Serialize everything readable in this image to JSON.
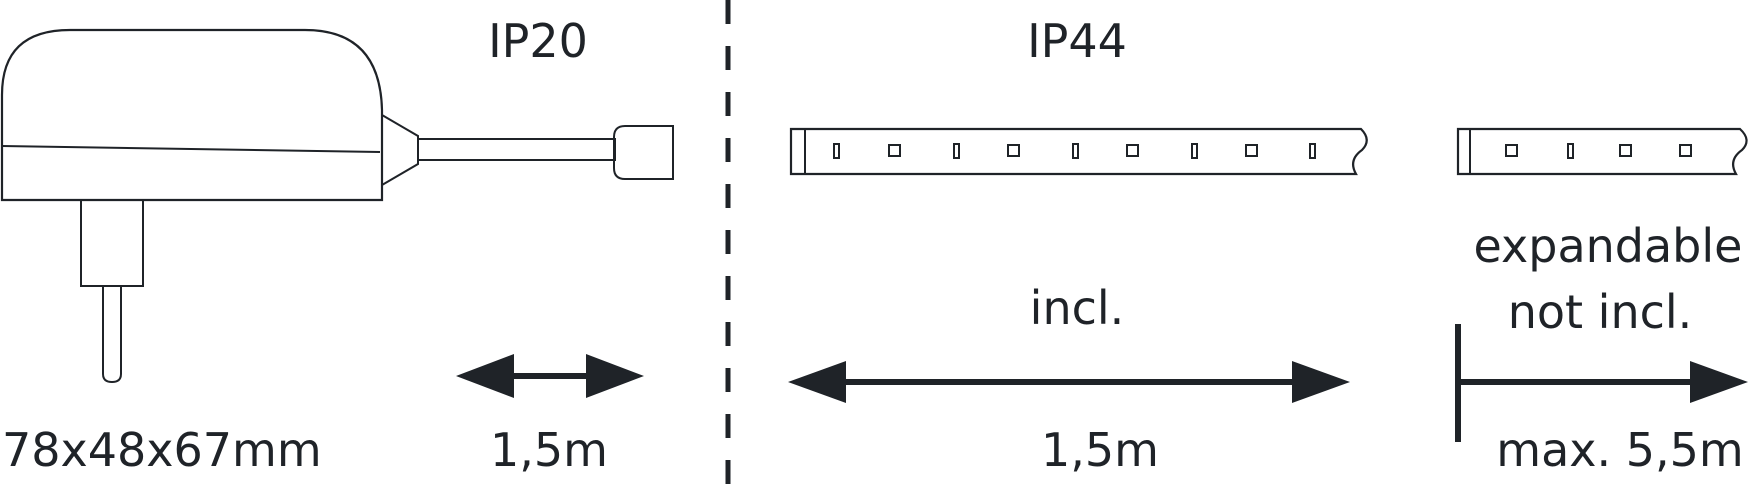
{
  "adapter": {
    "rating": "IP20",
    "dimensions": "78x48x67mm",
    "cable_length": "1,5m"
  },
  "strip": {
    "rating": "IP44",
    "included_label": "incl.",
    "included_length": "1,5m",
    "expand_label_line1": "expandable",
    "expand_label_line2": "not incl.",
    "max_length": "max. 5,5m"
  },
  "colors": {
    "ink": "#1f2328",
    "background": "#ffffff"
  }
}
